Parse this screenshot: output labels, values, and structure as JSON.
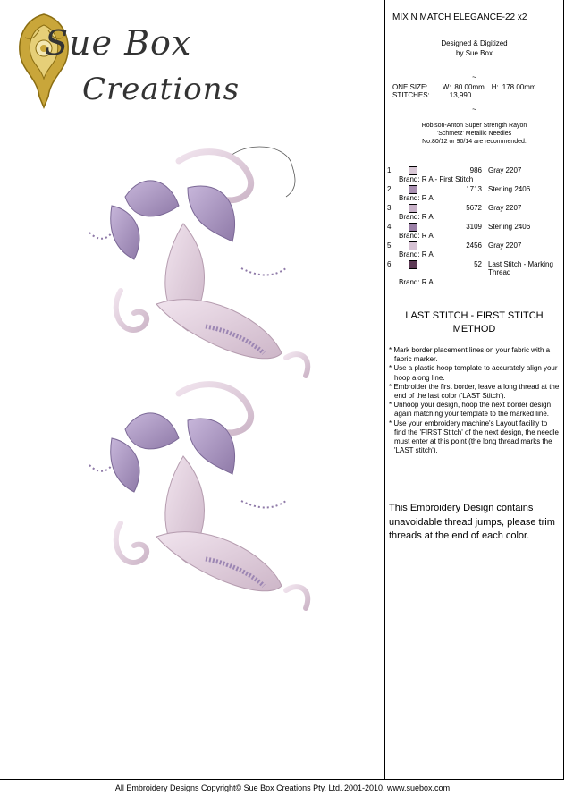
{
  "logo": {
    "line1": "Sue Box",
    "line2": "Creations"
  },
  "design": {
    "title": "MIX N MATCH ELEGANCE-22 x2",
    "designed_by_l1": "Designed & Digitized",
    "designed_by_l2": "by Sue Box",
    "tilde1": "~",
    "size_label": "ONE SIZE:",
    "w_label": "W:",
    "w_value": "80.00mm",
    "h_label": "H:",
    "h_value": "178.00mm",
    "stitches_label": "STITCHES:",
    "stitches_value": "13,990.",
    "tilde2": "~",
    "thread_l1": "Robison-Anton Super Strength Rayon",
    "thread_l2": "'Schmetz' Metallic Needles",
    "thread_l3": "No.80/12 or 90/14 are recommended."
  },
  "threads": [
    {
      "num": "1.",
      "code": "986",
      "name": "Gray 2207",
      "brand": "Brand: R A - First Stitch",
      "color": "#d9c8d6"
    },
    {
      "num": "2.",
      "code": "1713",
      "name": "Sterling 2406",
      "brand": "Brand: R A",
      "color": "#a88fb0"
    },
    {
      "num": "3.",
      "code": "5672",
      "name": "Gray 2207",
      "brand": "Brand: R A",
      "color": "#c9b3c9"
    },
    {
      "num": "4.",
      "code": "3109",
      "name": "Sterling 2406",
      "brand": "Brand: R A",
      "color": "#9a7fa6"
    },
    {
      "num": "5.",
      "code": "2456",
      "name": "Gray 2207",
      "brand": "Brand: R A",
      "color": "#d6c2d4"
    },
    {
      "num": "6.",
      "code": "52",
      "name": "Last Stitch - Marking Thread",
      "brand": "Brand: R A",
      "color": "#5d3a55"
    }
  ],
  "method": {
    "title_l1": "LAST STITCH - FIRST STITCH",
    "title_l2": "METHOD",
    "items": [
      "* Mark border placement lines on your fabric with a fabric marker.",
      "* Use a plastic hoop template to accurately align your hoop along line.",
      "* Embroider the first border, leave a long thread at the end of the last color ('LAST Stitch').",
      "* Unhoop your design, hoop the next border design again matching your template to the marked line.",
      "* Use your embroidery machine's Layout facility to find the 'FIRST Stitch' of the next design, the needle must enter at this point (the long thread marks the 'LAST stitch')."
    ]
  },
  "notice": "This Embroidery Design contains unavoidable thread jumps, please trim threads at the end of each color.",
  "footer": "All Embroidery Designs Copyright© Sue Box Creations Pty. Ltd. 2001-2010. www.suebox.com"
}
